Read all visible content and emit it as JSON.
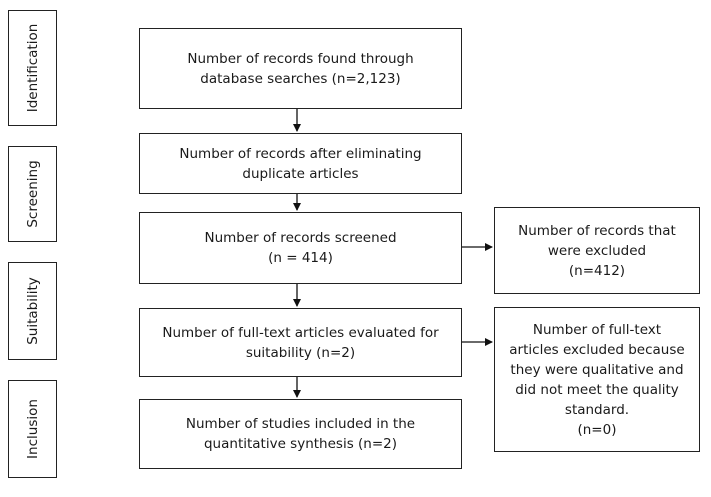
{
  "stages": {
    "identification": "Identification",
    "screening": "Screening",
    "suitability": "Suitability",
    "inclusion": "Inclusion"
  },
  "boxes": {
    "records_found": "Number of records found through\ndatabase searches (n=2,123)",
    "after_duplicates": "Number of records after eliminating\nduplicate articles",
    "screened": "Number of records screened\n(n = 414)",
    "excluded": "Number of records that\nwere excluded\n(n=412)",
    "full_text": "Number of full-text articles evaluated for\nsuitability (n=2)",
    "full_text_excluded": "Number of full-text\narticles excluded because\nthey were qualitative and\ndid not meet the quality\nstandard.\n(n=0)",
    "included": "Number of studies included in the\nquantitative synthesis (n=2)"
  }
}
